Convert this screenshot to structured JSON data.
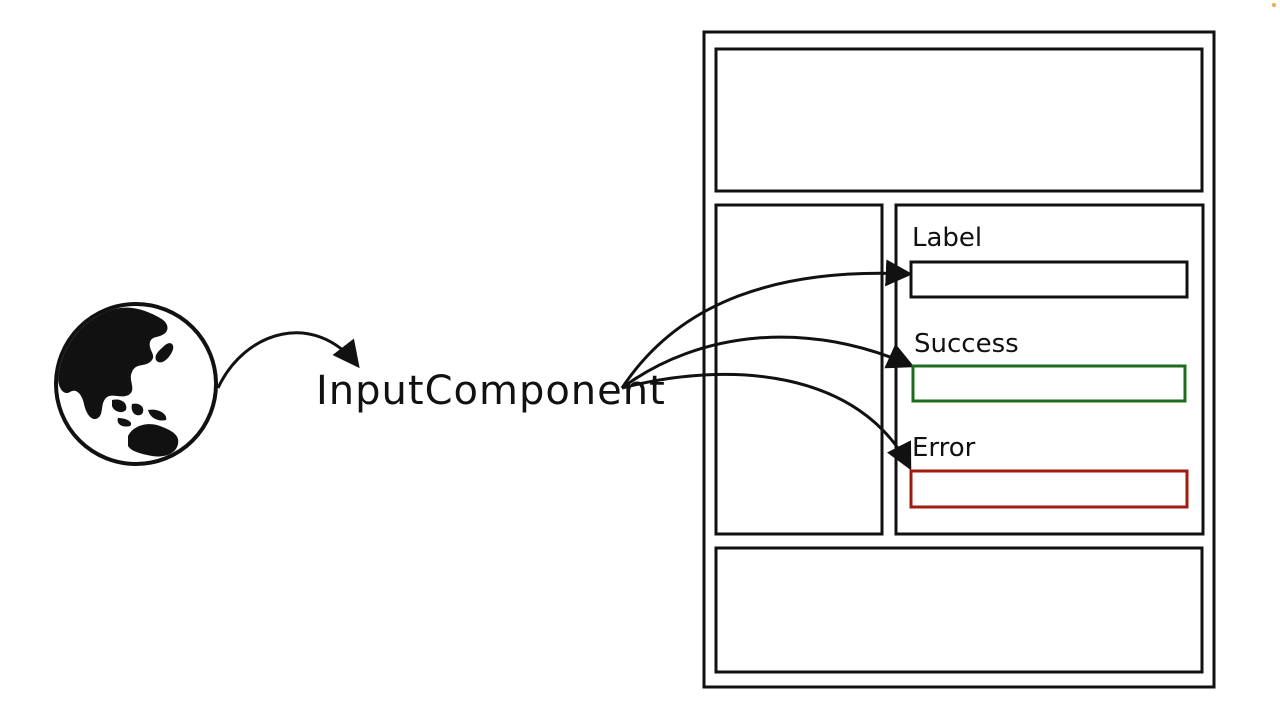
{
  "diagram": {
    "component_name": "InputComponent",
    "globe_icon": "globe-asia-australia-icon",
    "fields": [
      {
        "label": "Label",
        "color": "#111111"
      },
      {
        "label": "Success",
        "color": "#1e6b1e"
      },
      {
        "label": "Error",
        "color": "#a01c10"
      }
    ],
    "stroke_color": "#111111",
    "accent_dot_color": "#f2a93b"
  }
}
